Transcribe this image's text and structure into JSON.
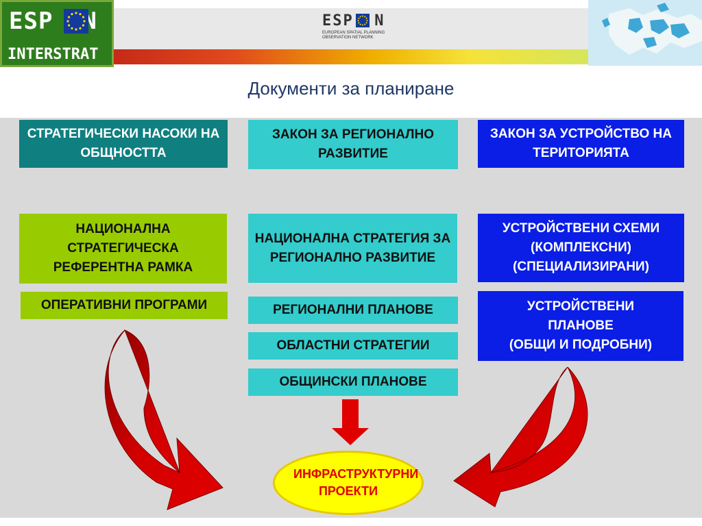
{
  "header": {
    "logo_left": {
      "top": "ESP",
      "bottom": "INTERSTRAT"
    },
    "logo_center": {
      "name": "ESP",
      "name_end": "N",
      "subtitle_line1": "EUROPEAN SPATIAL PLANNING",
      "subtitle_line2": "OBSERVATION NETWORK"
    },
    "logo_left_end": "N"
  },
  "title": "Документи за планиране",
  "columns": {
    "left": {
      "box1": "СТРАТЕГИЧЕСКИ НАСОКИ НА ОБЩНОСТТА",
      "box2": "НАЦИОНАЛНА СТРАТЕГИЧЕСКА РЕФЕРЕНТНА РАМКА",
      "box3": "ОПЕРАТИВНИ ПРОГРАМИ"
    },
    "middle": {
      "box1": "ЗАКОН ЗА РЕГИОНАЛНО РАЗВИТИЕ",
      "box2": "НАЦИОНАЛНА СТРАТЕГИЯ ЗА РЕГИОНАЛНО РАЗВИТИЕ",
      "box3": "РЕГИОНАЛНИ ПЛАНОВЕ",
      "box4": "ОБЛАСТНИ СТРАТЕГИИ",
      "box5": "ОБЩИНСКИ ПЛАНОВЕ"
    },
    "right": {
      "box1": "ЗАКОН ЗА УСТРОЙСТВО НА ТЕРИТОРИЯТА",
      "box2_l1": "УСТРОЙСТВЕНИ СХЕМИ",
      "box2_l2": "(КОМПЛЕКСНИ)",
      "box2_l3": "(СПЕЦИАЛИЗИРАНИ)",
      "box3_l1": "УСТРОЙСТВЕНИ ПЛАНОВЕ",
      "box3_l2": "(ОБЩИ И ПОДРОБНИ)"
    }
  },
  "target": "ИНФРАСТРУКТУРНИ ПРОЕКТИ",
  "colors": {
    "teal": "#0f7f80",
    "cyan": "#34cccc",
    "blue": "#0a1ee6",
    "green": "#99cc00",
    "arrow_red": "#c00000",
    "target_yellow": "#ffff00",
    "target_text": "#e00000"
  }
}
